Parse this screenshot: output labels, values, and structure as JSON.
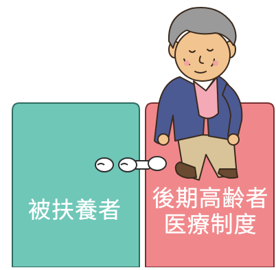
{
  "doors": {
    "left": {
      "label": "被扶養者",
      "color": "#6fc7b8"
    },
    "right": {
      "line1": "後期高齢者",
      "line2": "医療制度",
      "color": "#f0888b"
    }
  },
  "figure": {
    "name": "elderly-man"
  },
  "connector": {
    "name": "door-chain"
  }
}
